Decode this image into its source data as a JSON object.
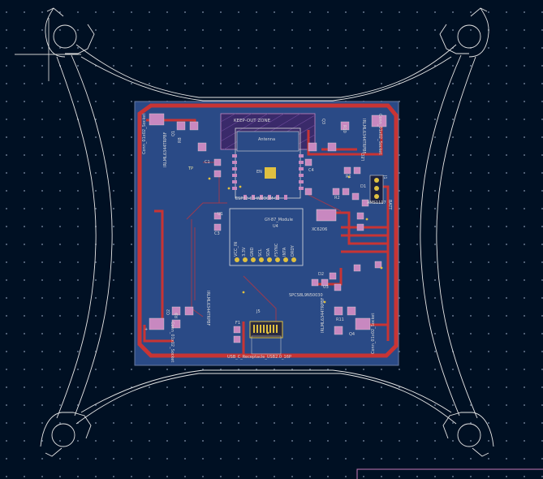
{
  "board": {
    "keepout_label": "KEEP-OUT ZONE",
    "antenna_label": "Antenna",
    "module_label": "ESP32-C3-WROOM-02",
    "gy_module_label": "GY-87_Module",
    "gy_ref": "U4",
    "gy_pins": [
      "VCC_IN",
      "3.3V",
      "GND",
      "SCL",
      "SDA",
      "FSYNC",
      "INTA",
      "DRDY"
    ],
    "refs": {
      "u1": "U1",
      "u3": "U3",
      "c1": "C1",
      "c3": "C3",
      "c4": "C4",
      "r1": "R1",
      "r2": "R2",
      "r8": "R8",
      "r9": "R9",
      "r10": "R10",
      "r11": "R11",
      "d1": "D1",
      "d2": "D2",
      "q1": "Q1",
      "q2": "Q2",
      "q3": "Q3",
      "q4": "Q4",
      "j1": "J1",
      "j5": "J5",
      "f1": "F1",
      "led": "LED",
      "tp": "TP",
      "plus": "+",
      "en": "EN"
    },
    "parts": {
      "mosfet_tl": "IRLML6344TRPBF",
      "mosfet_bl": "IRLML6344TRPBF",
      "mosfet_br": "IRLML6344TRPBF",
      "mosfet_tr": "IRLML6344TRPBF",
      "diode": "SPCS8L9N50030",
      "reg": "XC6206",
      "usb": "USB_C_Receptacle_USB2.0_16P",
      "bat": "BATT",
      "ldo": "AMS1117"
    },
    "conns": {
      "tl": "Conn_01x02_Socket",
      "tr": "Conn_01x02_Socket",
      "bl": "Conn_01x02_Socket",
      "br": "Conn_01x02_Socket"
    }
  },
  "colors": {
    "background": "#001023",
    "copper_fill": "#2a4a86",
    "copper_track": "#c83434",
    "pad": "#c888c0",
    "silkscreen": "#d8d8d8",
    "keepout": "#5a3a7a",
    "frame_outline": "#e0e0e0",
    "fab_text": "#e8e0a0"
  }
}
